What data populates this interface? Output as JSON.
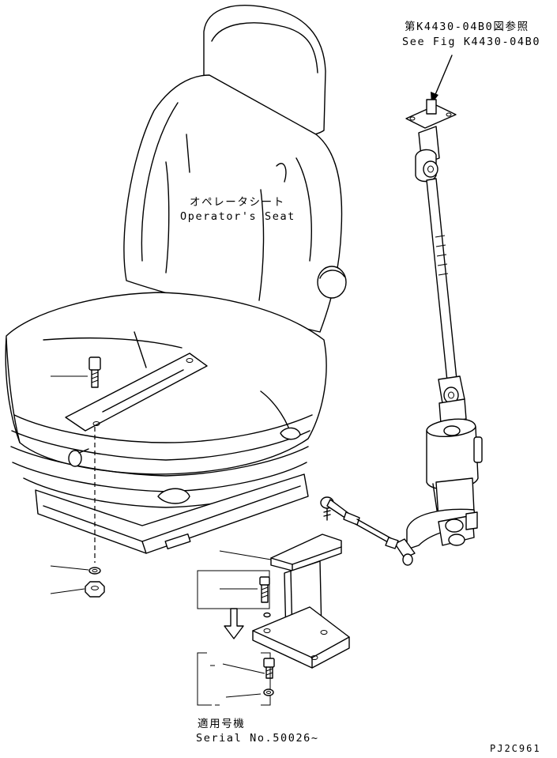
{
  "labels": {
    "ref_fig_jp": "第K4430-04B0図参照",
    "ref_fig_en": "See Fig K4430-04B0",
    "seat_jp": "オペレータシート",
    "seat_en": "Operator's Seat",
    "serial_jp": "適用号機",
    "serial_en": "Serial No.50026~",
    "drawing_code": "PJ2C961"
  },
  "parts": [
    "operator-seat",
    "seat-mounting-plate",
    "seat-bolt",
    "washer",
    "nut",
    "steering-column",
    "universal-joint",
    "column-bracket",
    "shift-linkage-rod",
    "pedestal-bracket",
    "bracket-bolt",
    "bracket-washer"
  ]
}
